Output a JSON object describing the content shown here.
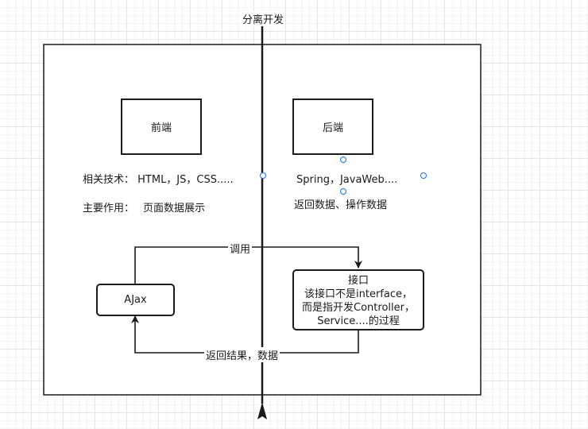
{
  "diagram": {
    "divider_label": "分离开发",
    "frontend": {
      "title": "前端",
      "tech": "相关技术：  HTML，JS，CSS.....",
      "role_label": "主要作用：",
      "role_value": "页面数据展示"
    },
    "backend": {
      "title": "后端",
      "tech": "Spring，JavaWeb....",
      "role": "返回数据、操作数据"
    },
    "ajax_label": "AJax",
    "api": {
      "line1": "接口",
      "line2": "该接口不是interface，",
      "line3": "而是指开发Controller，",
      "line4": "Service....的过程"
    },
    "edge_call": "调用",
    "edge_return": "返回结果，数据",
    "colors": {
      "stroke": "#1a1a1a",
      "handle": "#1a73e8",
      "grid": "#e6e6e6"
    }
  }
}
